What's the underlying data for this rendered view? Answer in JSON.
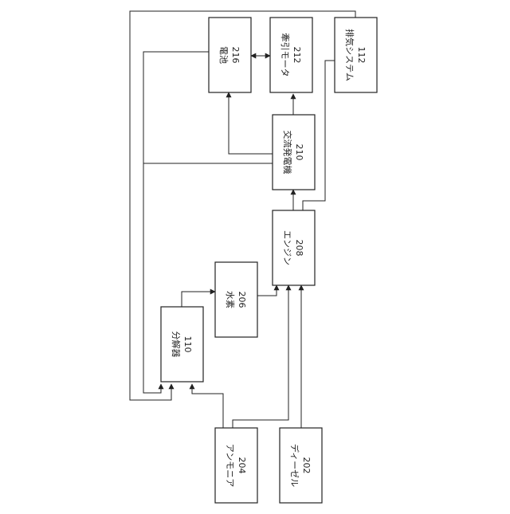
{
  "diagram": {
    "blocks": {
      "battery": {
        "number": "216",
        "label": "電池"
      },
      "motor": {
        "number": "212",
        "label": "牽引モータ"
      },
      "exhaust": {
        "number": "112",
        "label": "排気システム"
      },
      "alt": {
        "number": "210",
        "label": "交流発電機"
      },
      "engine": {
        "number": "208",
        "label": "エンジン"
      },
      "hydrogen": {
        "number": "206",
        "label": "水素"
      },
      "cracker": {
        "number": "110",
        "label": "分解器"
      },
      "ammonia": {
        "number": "204",
        "label": "アンモニア"
      },
      "diesel": {
        "number": "202",
        "label": "ディーゼル"
      }
    }
  }
}
